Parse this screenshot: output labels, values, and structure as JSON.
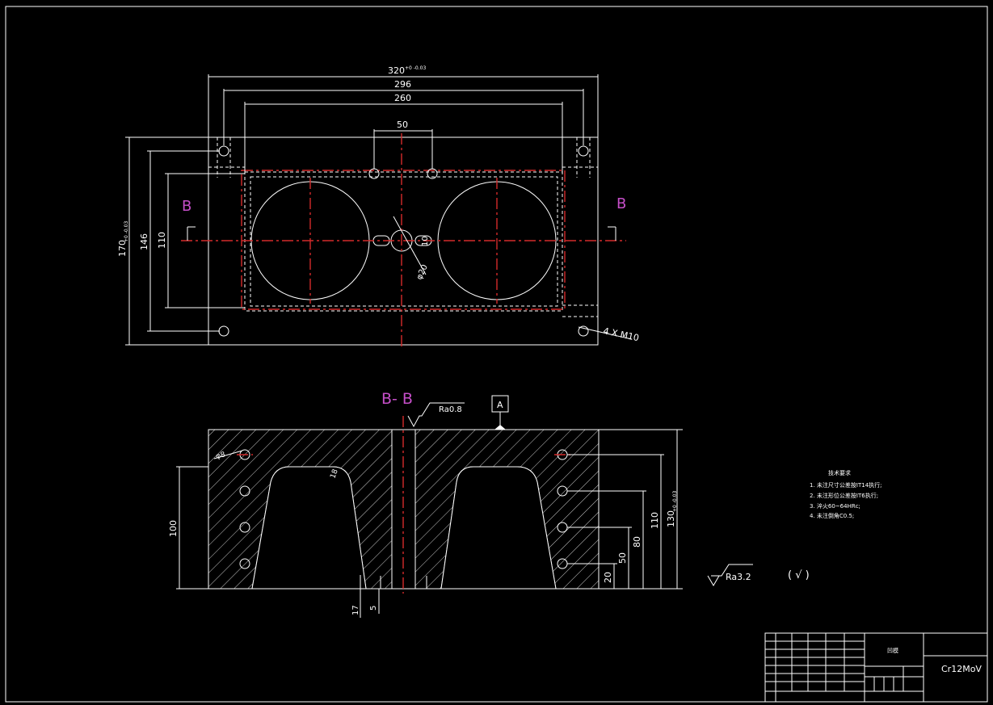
{
  "top_view": {
    "dims": {
      "overall_width": "320",
      "overall_width_tol": "+0 -0.03",
      "hole_spacing": "296",
      "inner_spacing": "260",
      "center_spacing": "50",
      "overall_height": "170",
      "overall_height_tol": "+0 -0.03",
      "hole_vertical": "146",
      "inner_height": "110",
      "small_hole_dia": "10",
      "center_hole_dia": "φ20",
      "thread_callout": "4 X M10"
    },
    "section_letter_left": "B",
    "section_letter_right": "B"
  },
  "section_view": {
    "title": "B- B",
    "roughness_top": "Ra0.8",
    "datum": "A",
    "dims": {
      "hole_dia": "φ8",
      "radius": "18",
      "left_height": "100",
      "thickness": "130",
      "thickness_tol": "+0 -0.03",
      "h110": "110",
      "h80": "80",
      "h50": "50",
      "h20": "20",
      "bottom_17": "17",
      "bottom_5": "5"
    }
  },
  "tech_requirements": {
    "title": "技术要求",
    "items": [
      "1. 未注尺寸公差按IT14执行;",
      "2. 未注形位公差按IT6执行;",
      "3. 淬火60~64HRc;",
      "4. 未注倒角C0.5;"
    ]
  },
  "roughness_general": {
    "value": "Ra3.2",
    "mark": "( √ )"
  },
  "title_block": {
    "part_name": "凹模",
    "material": "Cr12MoV"
  },
  "colors": {
    "background": "#000000",
    "lines": "#ffffff",
    "centerline": "#d42a2a",
    "section_letter": "#c64fc9"
  }
}
